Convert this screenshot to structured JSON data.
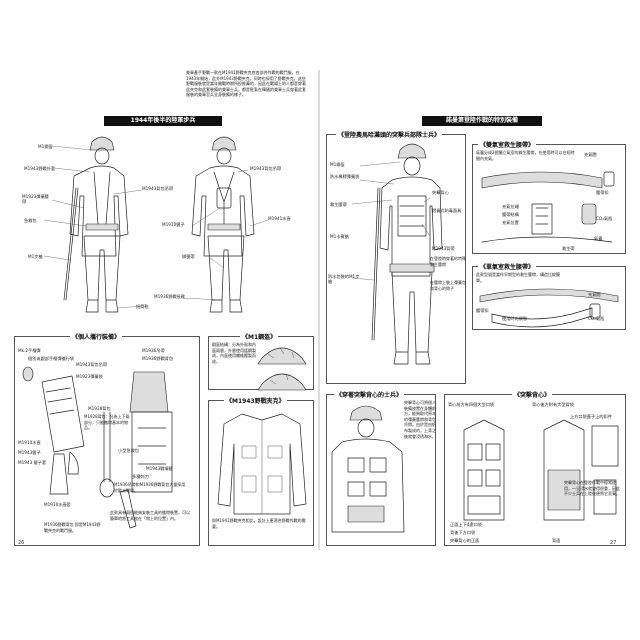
{
  "left_page": {
    "title": "1944年後半的陸軍步兵",
    "intro": "美軍產手野戰一款在M1941野戰夾克底各部件作戰的戰鬥服，在1943年開始，此外M1943野戰夾克，同時也採用了野戰夾克。這些野戰服裝就是當年開戰時期所投推薦的，因此在戰場上的人都是穿著此夾克和此套裝備的美軍士兵，都是駐紮在韓國的美軍士兵穿著此套服裝的美軍官兵全身裝備的樣子。",
    "soldier_labels": [
      "M1鋼盔",
      "M1943野戰外套",
      "M1923彈藥腰帶",
      "急救包",
      "M1步槍",
      "M1943背包吊帶",
      "M1910鏟子",
      "M1943背包吊帶",
      "M1941水壺",
      "綁腿帶",
      "M1936野戰長靴",
      "短筒靴"
    ],
    "gear_section": "《個人攜行裝備》",
    "gear_labels": [
      "Mk.2手榴彈",
      "個別或跟部手榴彈攜行袋",
      "M1943背包吊帶",
      "M1923彈藥袋",
      "M1910水壺",
      "M1943鏟子",
      "M1943 鏟子套",
      "M1910水壺套",
      "M1936吊帶",
      "M1936野戰背包",
      "M1928背包",
      "M1943戰壕鏟",
      "小型急救包",
      "多種刺刀"
    ],
    "gear_notes": [
      "M1928背包：分為上下兩部分，只能攜帶基本的物品。",
      "M1936吊帶和M1936野戰背包大量採用於歐洲戰場。",
      "此款具有兩個能夠安裝工具的攜帶裝置，可以簡單地將工具放在「帶上的位置」內。",
      "M1936野戰背包 即是M1943野戰夾克的戰鬥服。"
    ],
    "helmet_section": "《M1鋼盔》",
    "helmet_text": "鋼盔結構：分為外殼和內盔兩層，外層使用錳鋼製成，內盔使用纖維壓製而成。",
    "jacket_section": "《M1943野戰夾克》",
    "jacket_text": "與M1941野戰夾克相比，設計上更適合野戰作戰的需要。",
    "folio": "26"
  },
  "right_page": {
    "title": "諾曼第登陸作戰的特別裝備",
    "section1": "《登陸奧馬哈灘頭的突擊兵部隊士兵》",
    "soldier1_labels": [
      "M1鋼盔",
      "防水橡膠彈藥袋",
      "救生腰帶",
      "M1卡賓槍",
      "突擊背心",
      "摺疊式防毒面具",
      "防水包裝的M1步槍",
      "M1943背帶"
    ],
    "soldier1_notes": [
      "在登陸時穿著的特殊救生腰帶",
      "在腰帶上裝上彈藥包和背心的帶子"
    ],
    "section2": "《雙氣室救生腰帶》",
    "belt_text": "氣囊分成2個獨立氣室的救生腰帶，在使用時可以在短時間內充氣。",
    "belt_labels": [
      "充氣閥",
      "腰帶扣",
      "CO₂氣瓶",
      "氣囊",
      "充氣拉繩",
      "腰帶結構",
      "充氣位置",
      "救生帶"
    ],
    "section3": "《單氣室救生腰帶》",
    "belt2_text": "此款型號是當作早期型的救生腰帶，構造比較簡單。",
    "belt2_labels": [
      "使用時的狀態",
      "腰帶扣",
      "充氣閥",
      "CO₂氣瓶"
    ],
    "section4": "《穿著突擊背心的士兵》",
    "soldier2_text": "突擊背心可將個人裝備放置在身體前方，能夠取代原本的彈藥腰帶和背包吊帶。由於是由帆布製成的，上背之後就會浸透海水。",
    "section5": "《突擊背心》",
    "vest_labels": [
      "背心前方有四個大型口袋",
      "背心後方附有大型背袋",
      "正面上下4處口袋",
      "背後下方口袋",
      "突擊背心的正面",
      "背面",
      "上方口袋蓋子上的扣件"
    ],
    "vest_text": "突擊背心在登陸作戰中經常使用，一旦浸水就變得很重，因此不少士兵在上陸後便將它丟棄。",
    "folio": "27"
  }
}
